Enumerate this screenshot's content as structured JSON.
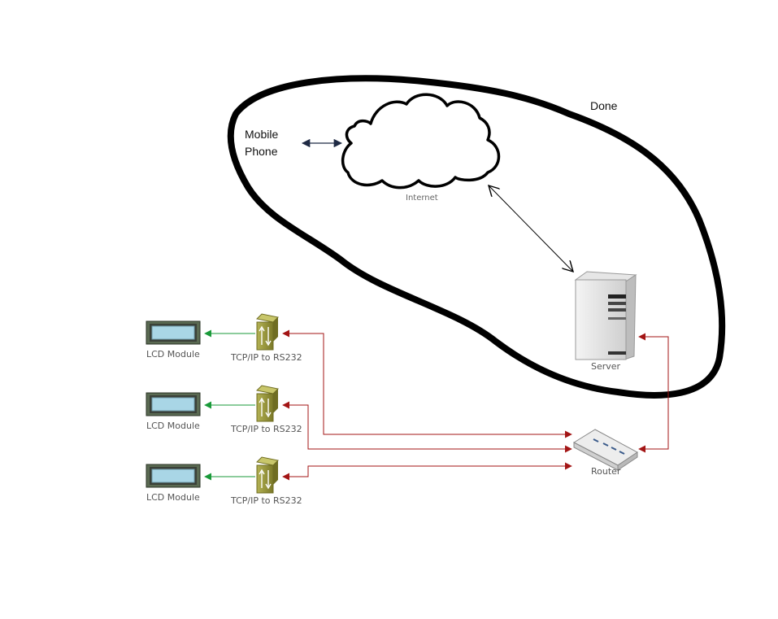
{
  "annotation": {
    "done": "Done"
  },
  "mobile": {
    "line1": "Mobile",
    "line2": "Phone"
  },
  "internet": {
    "label": "Internet"
  },
  "server": {
    "label": "Server"
  },
  "router": {
    "label": "Router"
  },
  "nodes": [
    {
      "lcd_label": "LCD Module",
      "converter_label": "TCP/IP to RS232"
    },
    {
      "lcd_label": "LCD Module",
      "converter_label": "TCP/IP to RS232"
    },
    {
      "lcd_label": "LCD Module",
      "converter_label": "TCP/IP to RS232"
    }
  ],
  "colors": {
    "ink": "#000000",
    "network_link": "#a31515",
    "serial_link": "#1a9a3a",
    "phone_link": "#1f2a44",
    "converter": "#8c8a33",
    "lcd_screen": "#a9d6e6"
  }
}
